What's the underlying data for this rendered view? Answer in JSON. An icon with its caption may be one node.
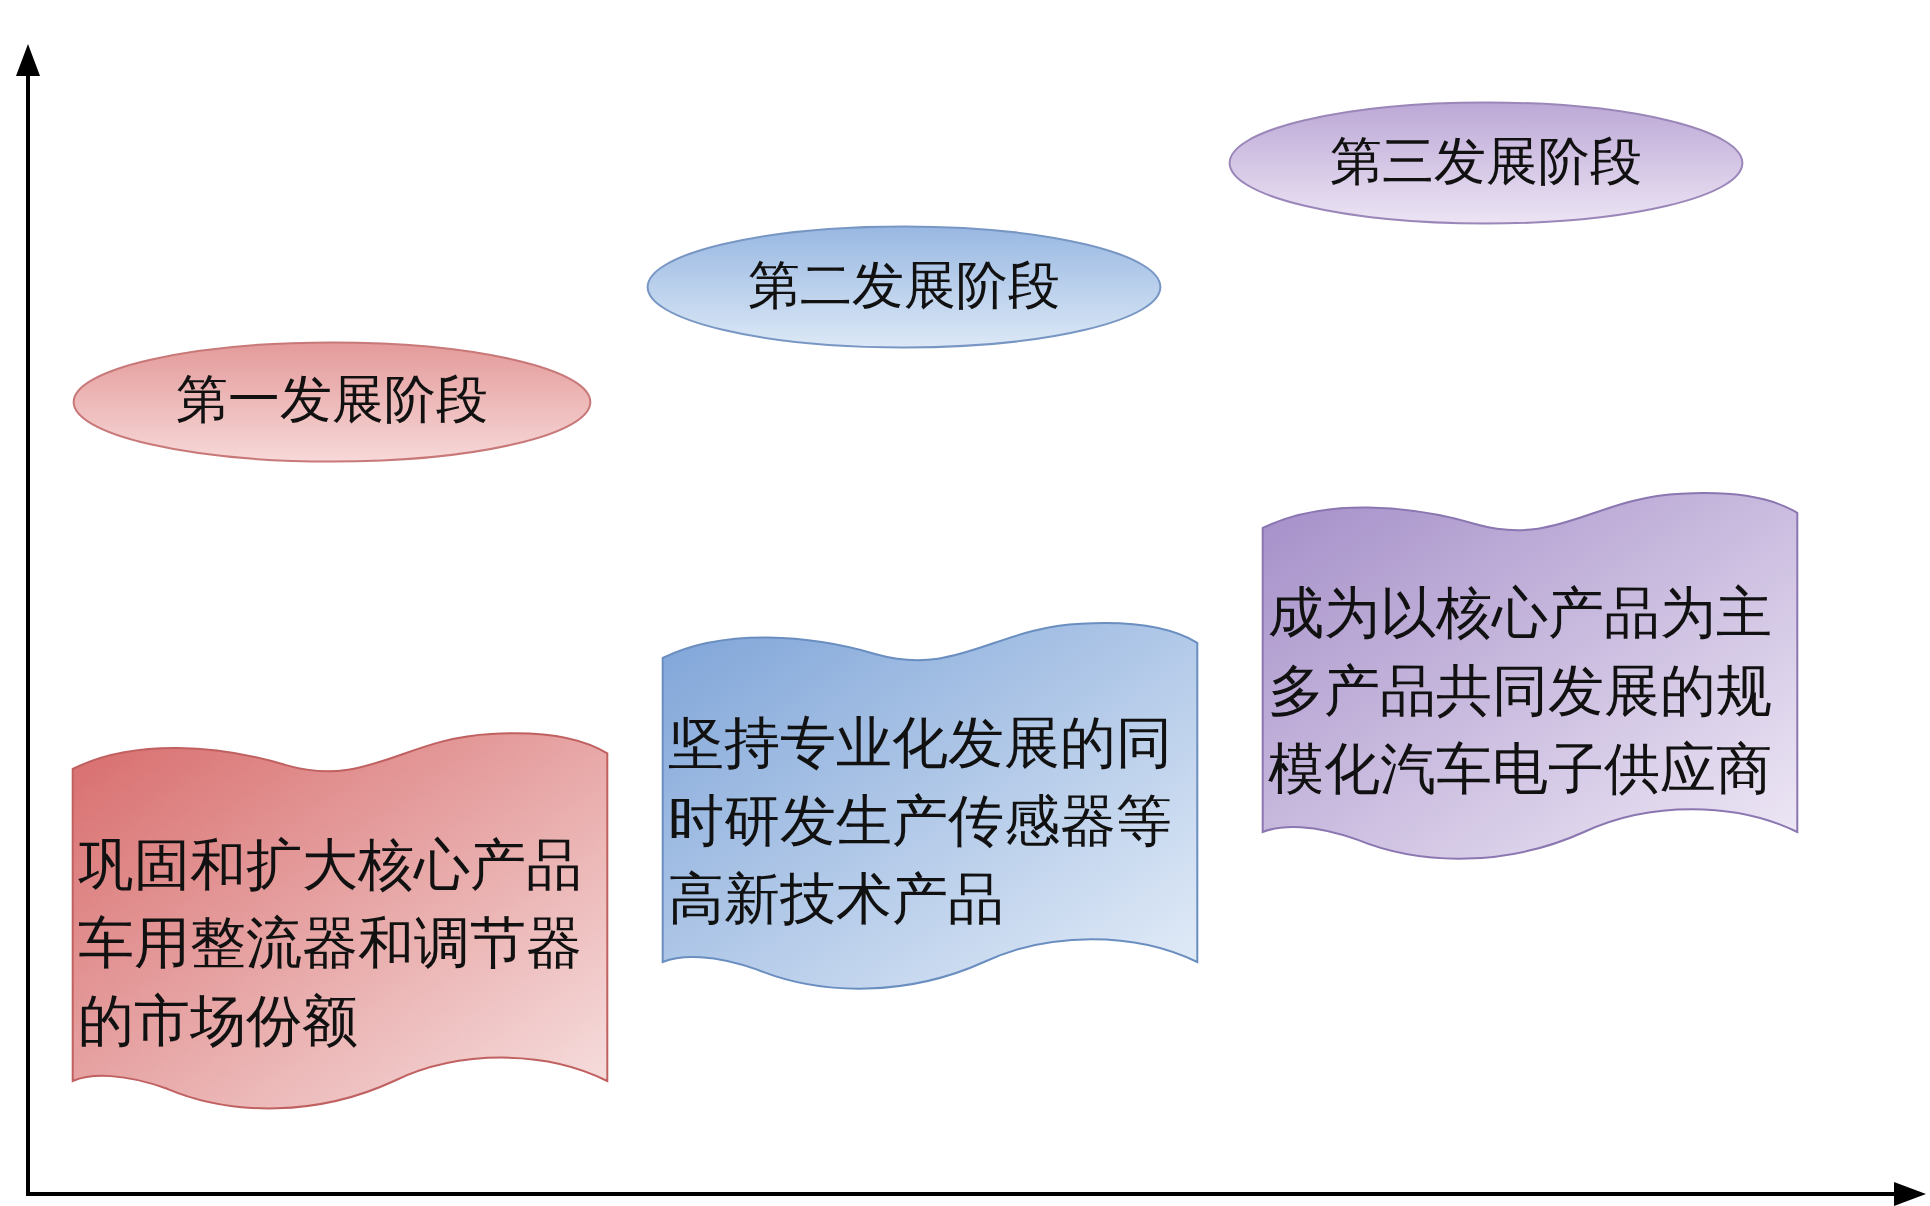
{
  "diagram": {
    "nodes": [
      {
        "text": [
          "第一发展阶段"
        ]
      },
      {
        "text": [
          "第二发展阶段"
        ]
      },
      {
        "text": [
          "第三发展阶段"
        ]
      },
      {
        "text": [
          "巩固和扩大核心产品车用整流器和调节器的市场份额"
        ]
      },
      {
        "text": [
          "坚持专业化发展的同时研发生产传感器等高新技术产品"
        ]
      },
      {
        "text": [
          "成为以核心产品为主多产品共同发展的规模化汽车电子供应商"
        ]
      }
    ],
    "edges": []
  }
}
